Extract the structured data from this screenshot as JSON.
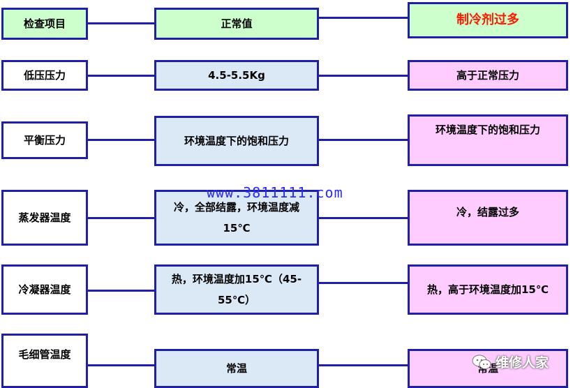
{
  "header": {
    "item_label": "检查项目",
    "normal_label": "正常值",
    "fault_label": "制冷剂过多"
  },
  "rows": [
    {
      "item": "低压压力",
      "normal": "4.5-5.5Kg",
      "fault": "高于正常压力"
    },
    {
      "item": "平衡压力",
      "normal": "环境温度下的饱和压力",
      "fault": "环境温度下的饱和压力"
    },
    {
      "item": "蒸发器温度",
      "normal": "冷，全部结露，环境温度减15℃",
      "fault": "冷，结露过多"
    },
    {
      "item": "冷凝器温度",
      "normal": "热，环境温度加15℃（45-55℃）",
      "fault": "热，高于环境温度加15℃"
    },
    {
      "item": "毛细管温度",
      "normal": "常温",
      "fault": "常温"
    }
  ],
  "watermark": "www.3811111.com",
  "brand": {
    "logo_icon": "wechat-icon",
    "name": "维修人家"
  },
  "colors": {
    "border": "#1f1fa8",
    "header_fill": "#ccffcc",
    "normal_fill": "#dbe9f7",
    "fault_fill": "#ffccff",
    "fault_header_text": "#ff1a00"
  }
}
